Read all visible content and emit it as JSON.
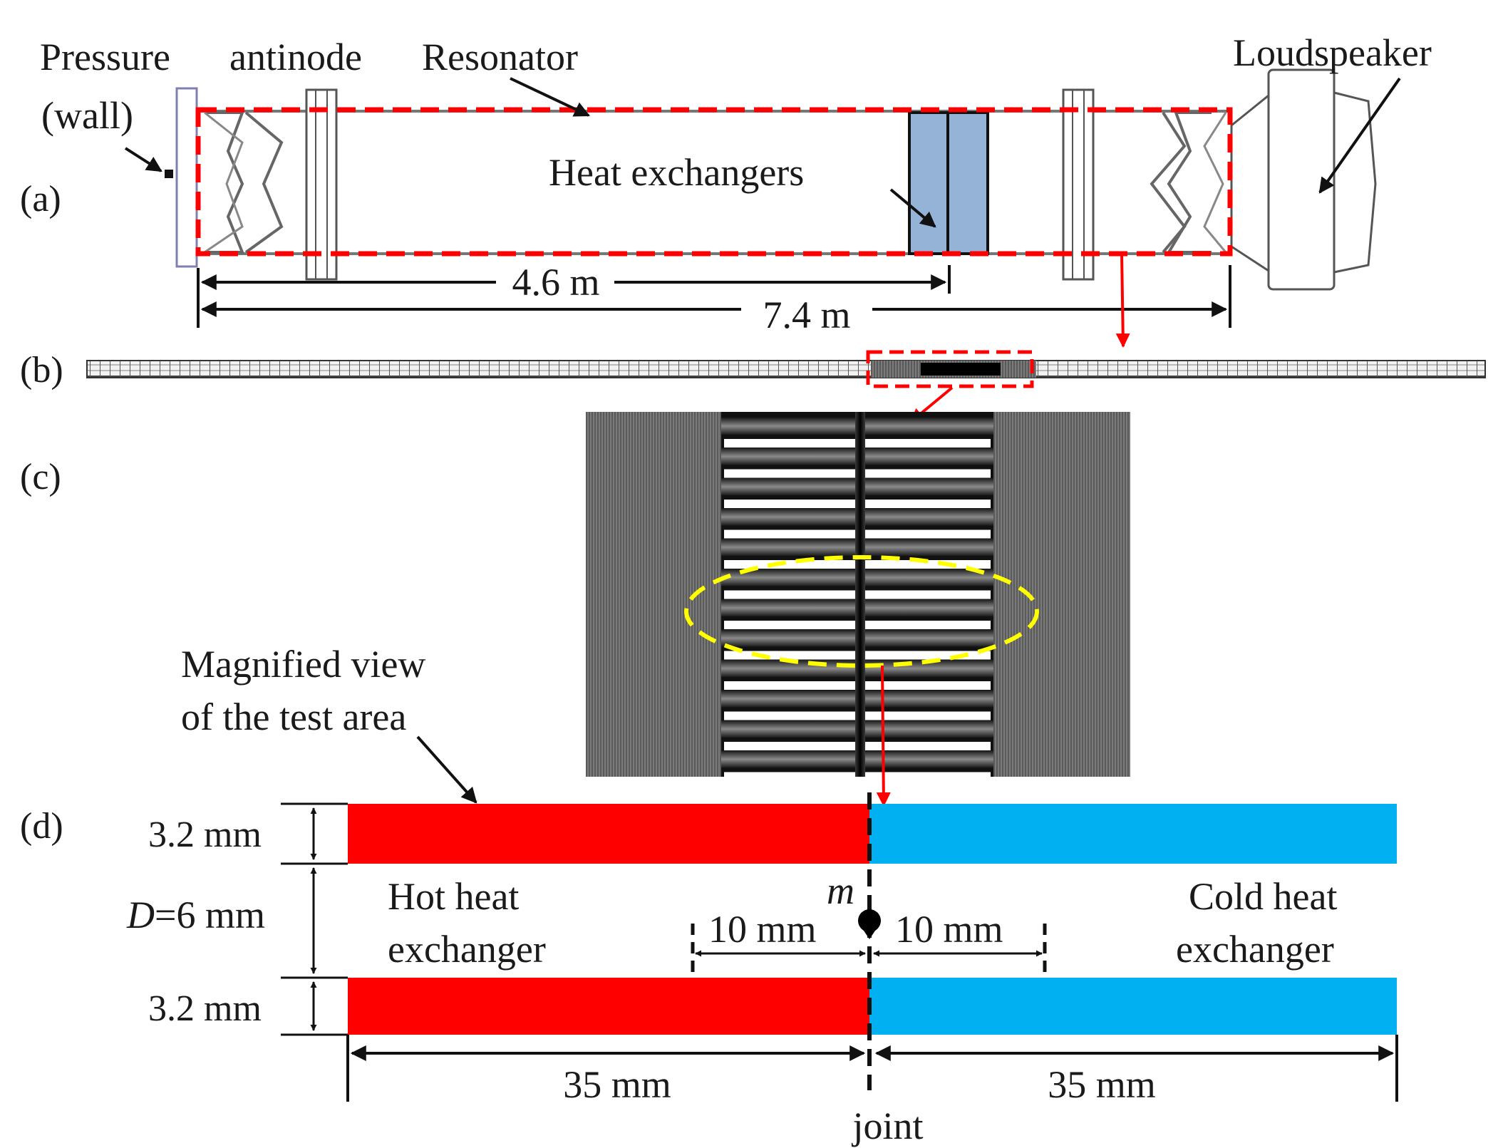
{
  "panels": {
    "a": "(a)",
    "b": "(b)",
    "c": "(c)",
    "d": "(d)"
  },
  "panel_a": {
    "pressure": "Pressure",
    "antinode": "antinode",
    "wall": "(wall)",
    "resonator": "Resonator",
    "loudspeaker": "Loudspeaker",
    "heat_exchangers": "Heat exchangers",
    "dim_short": "4.6 m",
    "dim_long": "7.4 m"
  },
  "panel_d": {
    "magnified_line1": "Magnified view",
    "magnified_line2": "of the test area",
    "thickness_top": "3.2 mm",
    "thickness_bottom": "3.2 mm",
    "gap_var": "D",
    "gap_val": "=6 mm",
    "hot_line1": "Hot heat",
    "hot_line2": "exchanger",
    "cold_line1": "Cold heat",
    "cold_line2": "exchanger",
    "point": "m",
    "offset_left": "10 mm",
    "offset_right": "10 mm",
    "length_left": "35 mm",
    "length_right": "35 mm",
    "joint": "joint"
  },
  "colors": {
    "hot": "#ff0000",
    "cold": "#00b0f0",
    "hx_fill": "#95b3d7",
    "dash_red": "#ff0000",
    "dash_yellow": "#ffff00"
  }
}
